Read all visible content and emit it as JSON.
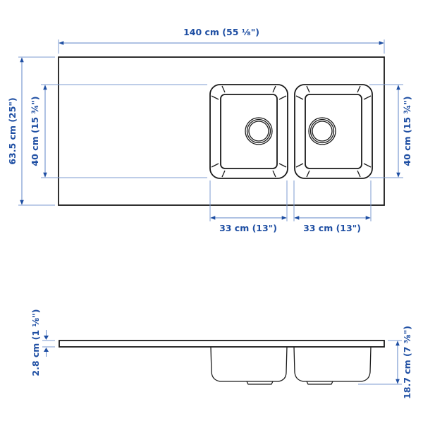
{
  "top_view": {
    "overall_width_label": "140 cm (55 ⅛\")",
    "overall_depth_label": "63.5 cm (25\")",
    "left_bowl_depth_label": "40 cm (15 ¾\")",
    "right_bowl_depth_label": "40 cm (15 ¾\")",
    "left_bowl_width_label": "33 cm (13\")",
    "right_bowl_width_label": "33 cm (13\")"
  },
  "side_view": {
    "top_thickness_label": "2.8 cm (1 ⅛\")",
    "bowl_height_label": "18.7 cm (7 ⅜\")"
  },
  "colors": {
    "dimension_text": "#1f4fa3",
    "dimension_line": "#5f86c7",
    "object_outline": "#1a1a1a"
  }
}
